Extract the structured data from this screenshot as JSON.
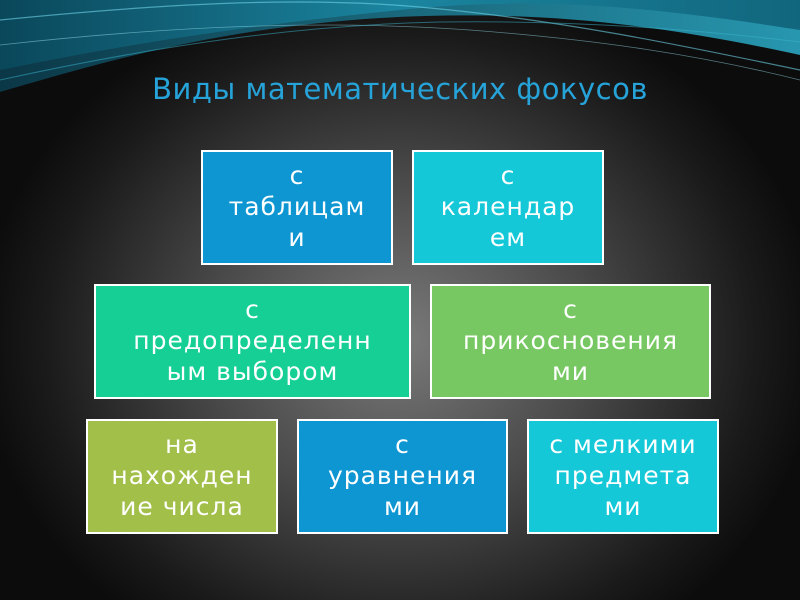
{
  "slide": {
    "title": "Виды математических фокусов"
  },
  "diagram": {
    "boxes": [
      {
        "label": "с\nтаблицам\nи",
        "color": "#0e96d2"
      },
      {
        "label": "с\nкалендар\nем",
        "color": "#14c8d8"
      },
      {
        "label": "с\nпредопределенн\nым выбором",
        "color": "#16cf95"
      },
      {
        "label": "с\nприкосновения\nми",
        "color": "#77c862"
      },
      {
        "label": "на\nнахожден\nие числа",
        "color": "#a2bf49"
      },
      {
        "label": "с\nуравнения\nми",
        "color": "#0e96d2"
      },
      {
        "label": "с мелкими\nпредмета\nми",
        "color": "#14c8d8"
      }
    ]
  }
}
